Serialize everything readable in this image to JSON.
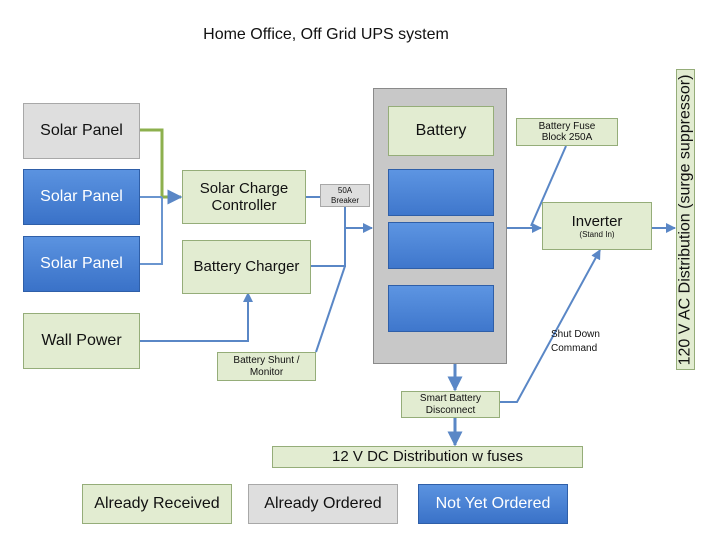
{
  "title": "Home Office, Off Grid UPS system",
  "components": {
    "solar_panel_1": "Solar Panel",
    "solar_panel_2": "Solar Panel",
    "solar_panel_3": "Solar Panel",
    "wall_power": "Wall Power",
    "solar_charge_controller": "Solar Charge Controller",
    "battery_charger": "Battery Charger",
    "breaker": {
      "line1": "50A",
      "line2": "Breaker"
    },
    "battery": "Battery",
    "battery_fuse_block": {
      "line1": "Battery Fuse",
      "line2": "Block 250A"
    },
    "inverter": {
      "name": "Inverter",
      "note": "(Stand In)"
    },
    "ac_distribution": "120 V AC Distribution (surge suppressor)",
    "battery_shunt": {
      "line1": "Battery Shunt /",
      "line2": "Monitor"
    },
    "smart_battery_disconnect": {
      "line1": "Smart Battery",
      "line2": "Disconnect"
    },
    "dc_distribution": "12 V DC Distribution w fuses",
    "shutdown_command": {
      "line1": "Shut Down",
      "line2": "Command"
    }
  },
  "legend": {
    "received": "Already Received",
    "ordered": "Already Ordered",
    "not_ordered": "Not Yet Ordered"
  },
  "colors": {
    "received": "#e2ecd1",
    "ordered": "#dedede",
    "not_ordered": "#3f77cc",
    "wire": "#5a87c6",
    "solar_wire": "#8db04e"
  }
}
